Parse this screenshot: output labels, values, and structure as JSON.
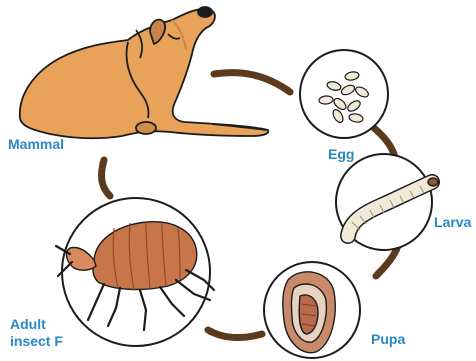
{
  "stages": {
    "mammal": "Mammal",
    "egg": "Egg",
    "larva": "Larva",
    "pupa": "Pupa",
    "adult": "Adult\ninsect F"
  },
  "colors": {
    "label": "#2a88c7",
    "arrow": "#5b3a1e",
    "dog": "#e8a25a",
    "flea": "#c9754a",
    "larva": "#f2ead8",
    "pupa": "#c98a6a",
    "outline": "#1c1c1c"
  },
  "icons": [
    "dog-illustration",
    "egg-cluster-icon",
    "larva-icon",
    "pupa-icon",
    "flea-icon"
  ]
}
